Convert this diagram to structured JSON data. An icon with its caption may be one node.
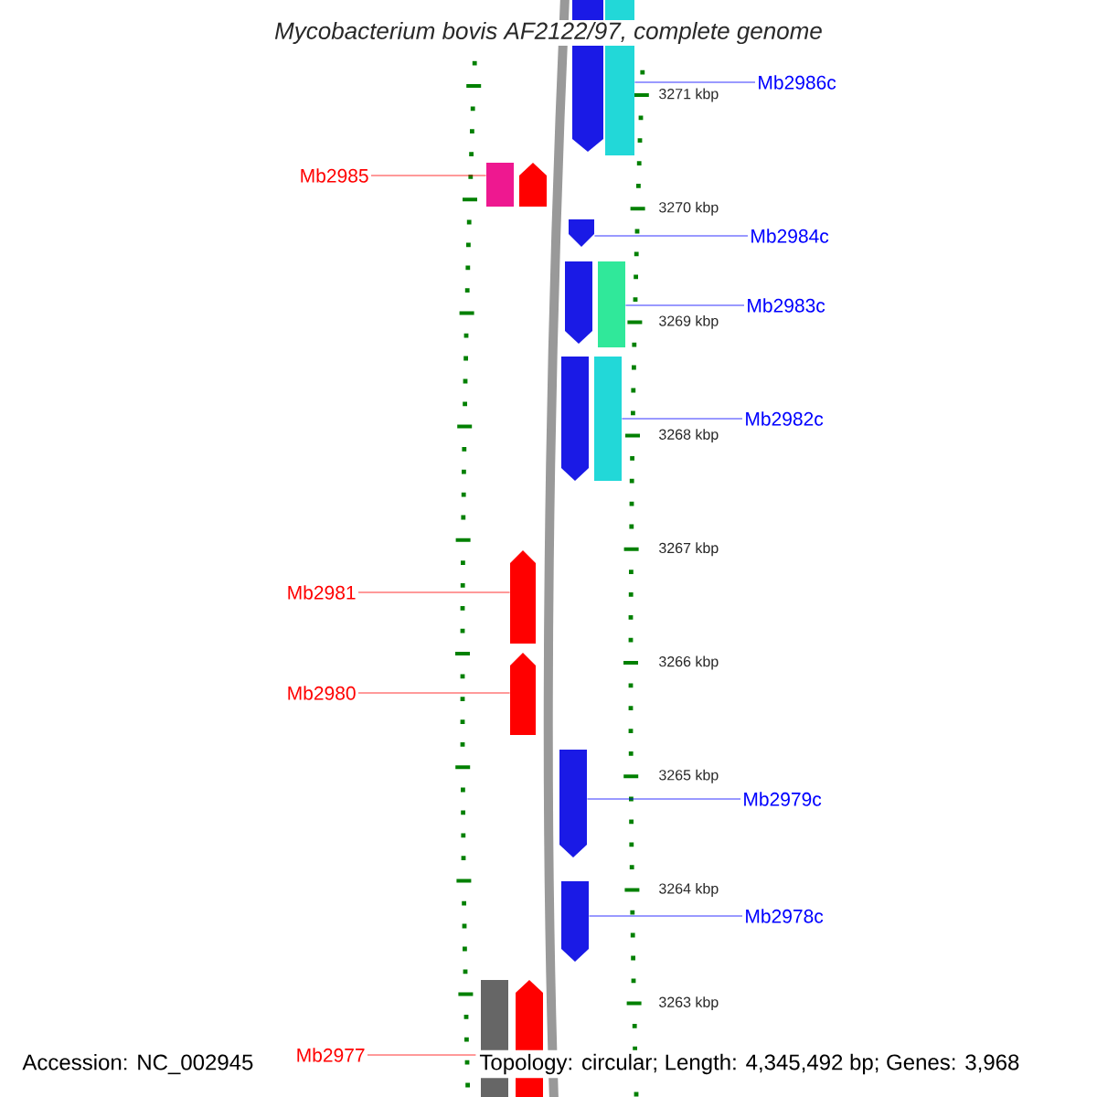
{
  "diagram": {
    "title": "Mycobacterium bovis AF2122/97, complete genome",
    "nodes": [
      {
        "text": [
          "Mb2986c"
        ]
      },
      {
        "text": [
          "Mb2985"
        ]
      },
      {
        "text": [
          "Mb2984c"
        ]
      },
      {
        "text": [
          "Mb2983c"
        ]
      },
      {
        "text": [
          "Mb2982c"
        ]
      },
      {
        "text": [
          "Mb2981"
        ]
      },
      {
        "text": [
          "Mb2980"
        ]
      },
      {
        "text": [
          "Mb2979c"
        ]
      },
      {
        "text": [
          "Mb2978c"
        ]
      },
      {
        "text": [
          "Mb2977"
        ]
      },
      {
        "text": [],
        "shape": "pentagon"
      },
      {
        "text": [],
        "shape": "bar"
      },
      {
        "text": [],
        "shape": "bar"
      },
      {
        "text": [],
        "shape": "pentagon"
      },
      {
        "text": [],
        "shape": "pentagon"
      },
      {
        "text": [],
        "shape": "pentagon"
      },
      {
        "text": [],
        "shape": "bar"
      },
      {
        "text": [],
        "shape": "pentagon"
      },
      {
        "text": [],
        "shape": "bar"
      },
      {
        "text": [],
        "shape": "pentagon"
      },
      {
        "text": [],
        "shape": "pentagon"
      },
      {
        "text": [],
        "shape": "pentagon"
      },
      {
        "text": [],
        "shape": "pentagon"
      },
      {
        "text": [],
        "shape": "bar"
      },
      {
        "text": [],
        "shape": "pentagon"
      }
    ],
    "edges": [
      {
        "from": 0,
        "to": 11,
        "arrow": "none",
        "color": "#0000ff"
      },
      {
        "from": 1,
        "to": 12,
        "arrow": "none",
        "color": "#ff0000"
      },
      {
        "from": 2,
        "to": 14,
        "arrow": "none",
        "color": "#0000ff"
      },
      {
        "from": 3,
        "to": 16,
        "arrow": "none",
        "color": "#0000ff"
      },
      {
        "from": 4,
        "to": 18,
        "arrow": "none",
        "color": "#0000ff"
      },
      {
        "from": 5,
        "to": 19,
        "arrow": "none",
        "color": "#ff0000"
      },
      {
        "from": 6,
        "to": 20,
        "arrow": "none",
        "color": "#ff0000"
      },
      {
        "from": 7,
        "to": 21,
        "arrow": "none",
        "color": "#0000ff"
      },
      {
        "from": 8,
        "to": 22,
        "arrow": "none",
        "color": "#0000ff"
      },
      {
        "from": 9,
        "to": 23,
        "arrow": "none",
        "color": "#ff0000"
      }
    ],
    "labels": [
      "3271 kbp",
      "3270 kbp",
      "3269 kbp",
      "3268 kbp",
      "3267 kbp",
      "3266 kbp",
      "3265 kbp",
      "3264 kbp",
      "3263 kbp",
      "Accession: NC_002945",
      "Topology: circular; Length: 4,345,492 bp; Genes: 3,968"
    ]
  }
}
